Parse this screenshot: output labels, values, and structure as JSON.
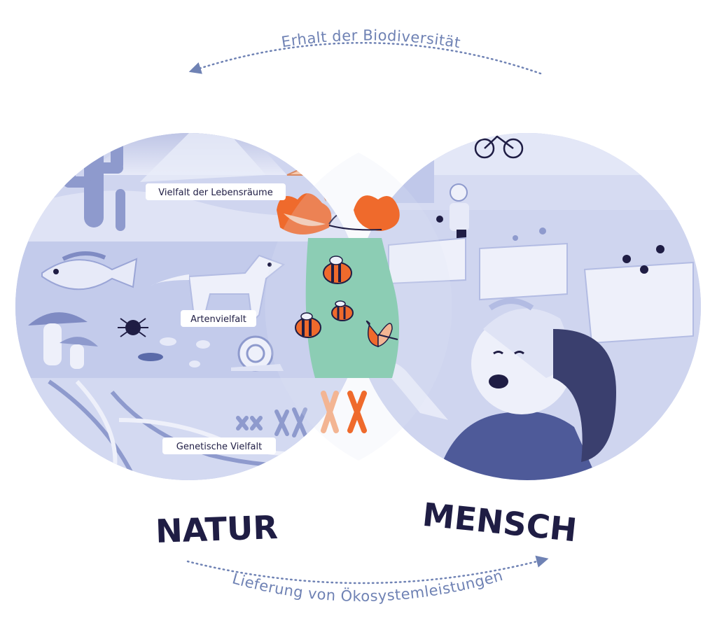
{
  "top_label": "Erhalt der Biodiversität",
  "bottom_label": "Lieferung von Ökosystemleistungen",
  "left_circle": {
    "title": "NATUR",
    "labels": {
      "habitats": "Vielfalt der Lebensräume",
      "species": "Artenvielfalt",
      "genetic": "Genetische Vielfalt"
    }
  },
  "right_circle": {
    "title": "MENSCH"
  },
  "colors": {
    "text_dark": "#1f1d44",
    "arrow_blue": "#6f82b4",
    "circle_blue": "#b9c3e6",
    "overlap_green": "#8ccdb4",
    "accent_orange": "#ef6a2c",
    "accent_peach": "#f3b593"
  }
}
